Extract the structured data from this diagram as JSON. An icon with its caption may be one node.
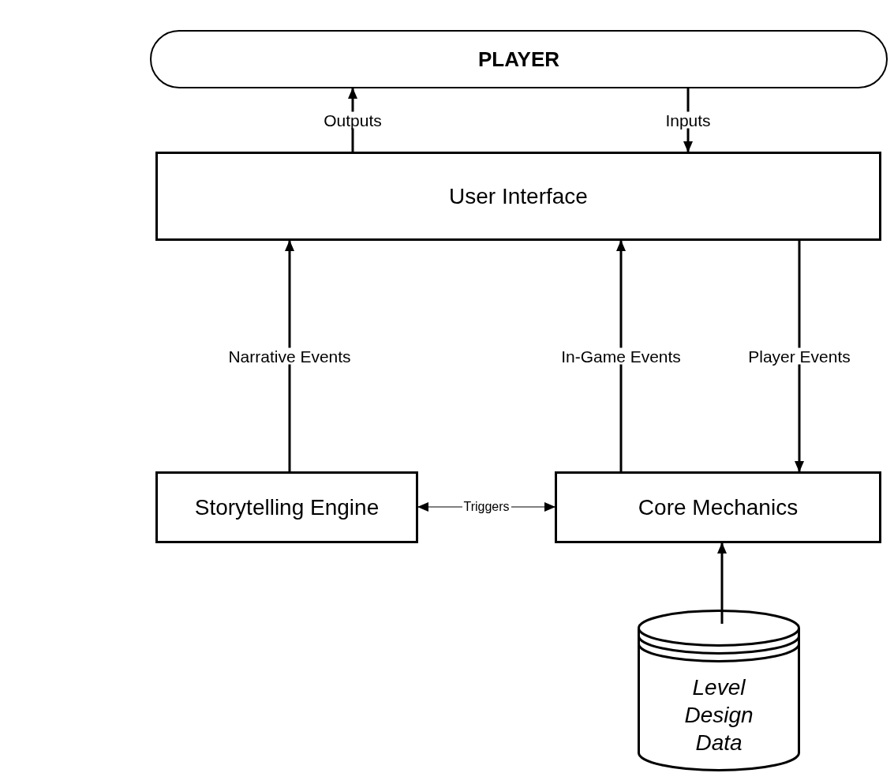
{
  "diagram": {
    "nodes": [
      {
        "text": [
          "PLAYER"
        ]
      },
      {
        "text": [
          "User Interface"
        ]
      },
      {
        "text": [
          "Storytelling Engine"
        ]
      },
      {
        "text": [
          "Core Mechanics"
        ]
      },
      {
        "text": [
          "Level Design Data"
        ]
      }
    ],
    "edges": [
      {
        "from": 1,
        "to": 0,
        "arrow": "to",
        "label": "Outputs"
      },
      {
        "from": 0,
        "to": 1,
        "arrow": "to",
        "label": "Inputs"
      },
      {
        "from": 2,
        "to": 1,
        "arrow": "to",
        "label": "Narrative Events"
      },
      {
        "from": 3,
        "to": 1,
        "arrow": "to",
        "label": "In-Game Events"
      },
      {
        "from": 1,
        "to": 3,
        "arrow": "to",
        "label": "Player Events"
      },
      {
        "from": 2,
        "to": 3,
        "arrow": "both",
        "label": "Triggers"
      },
      {
        "from": 4,
        "to": 3,
        "arrow": "to"
      }
    ]
  }
}
